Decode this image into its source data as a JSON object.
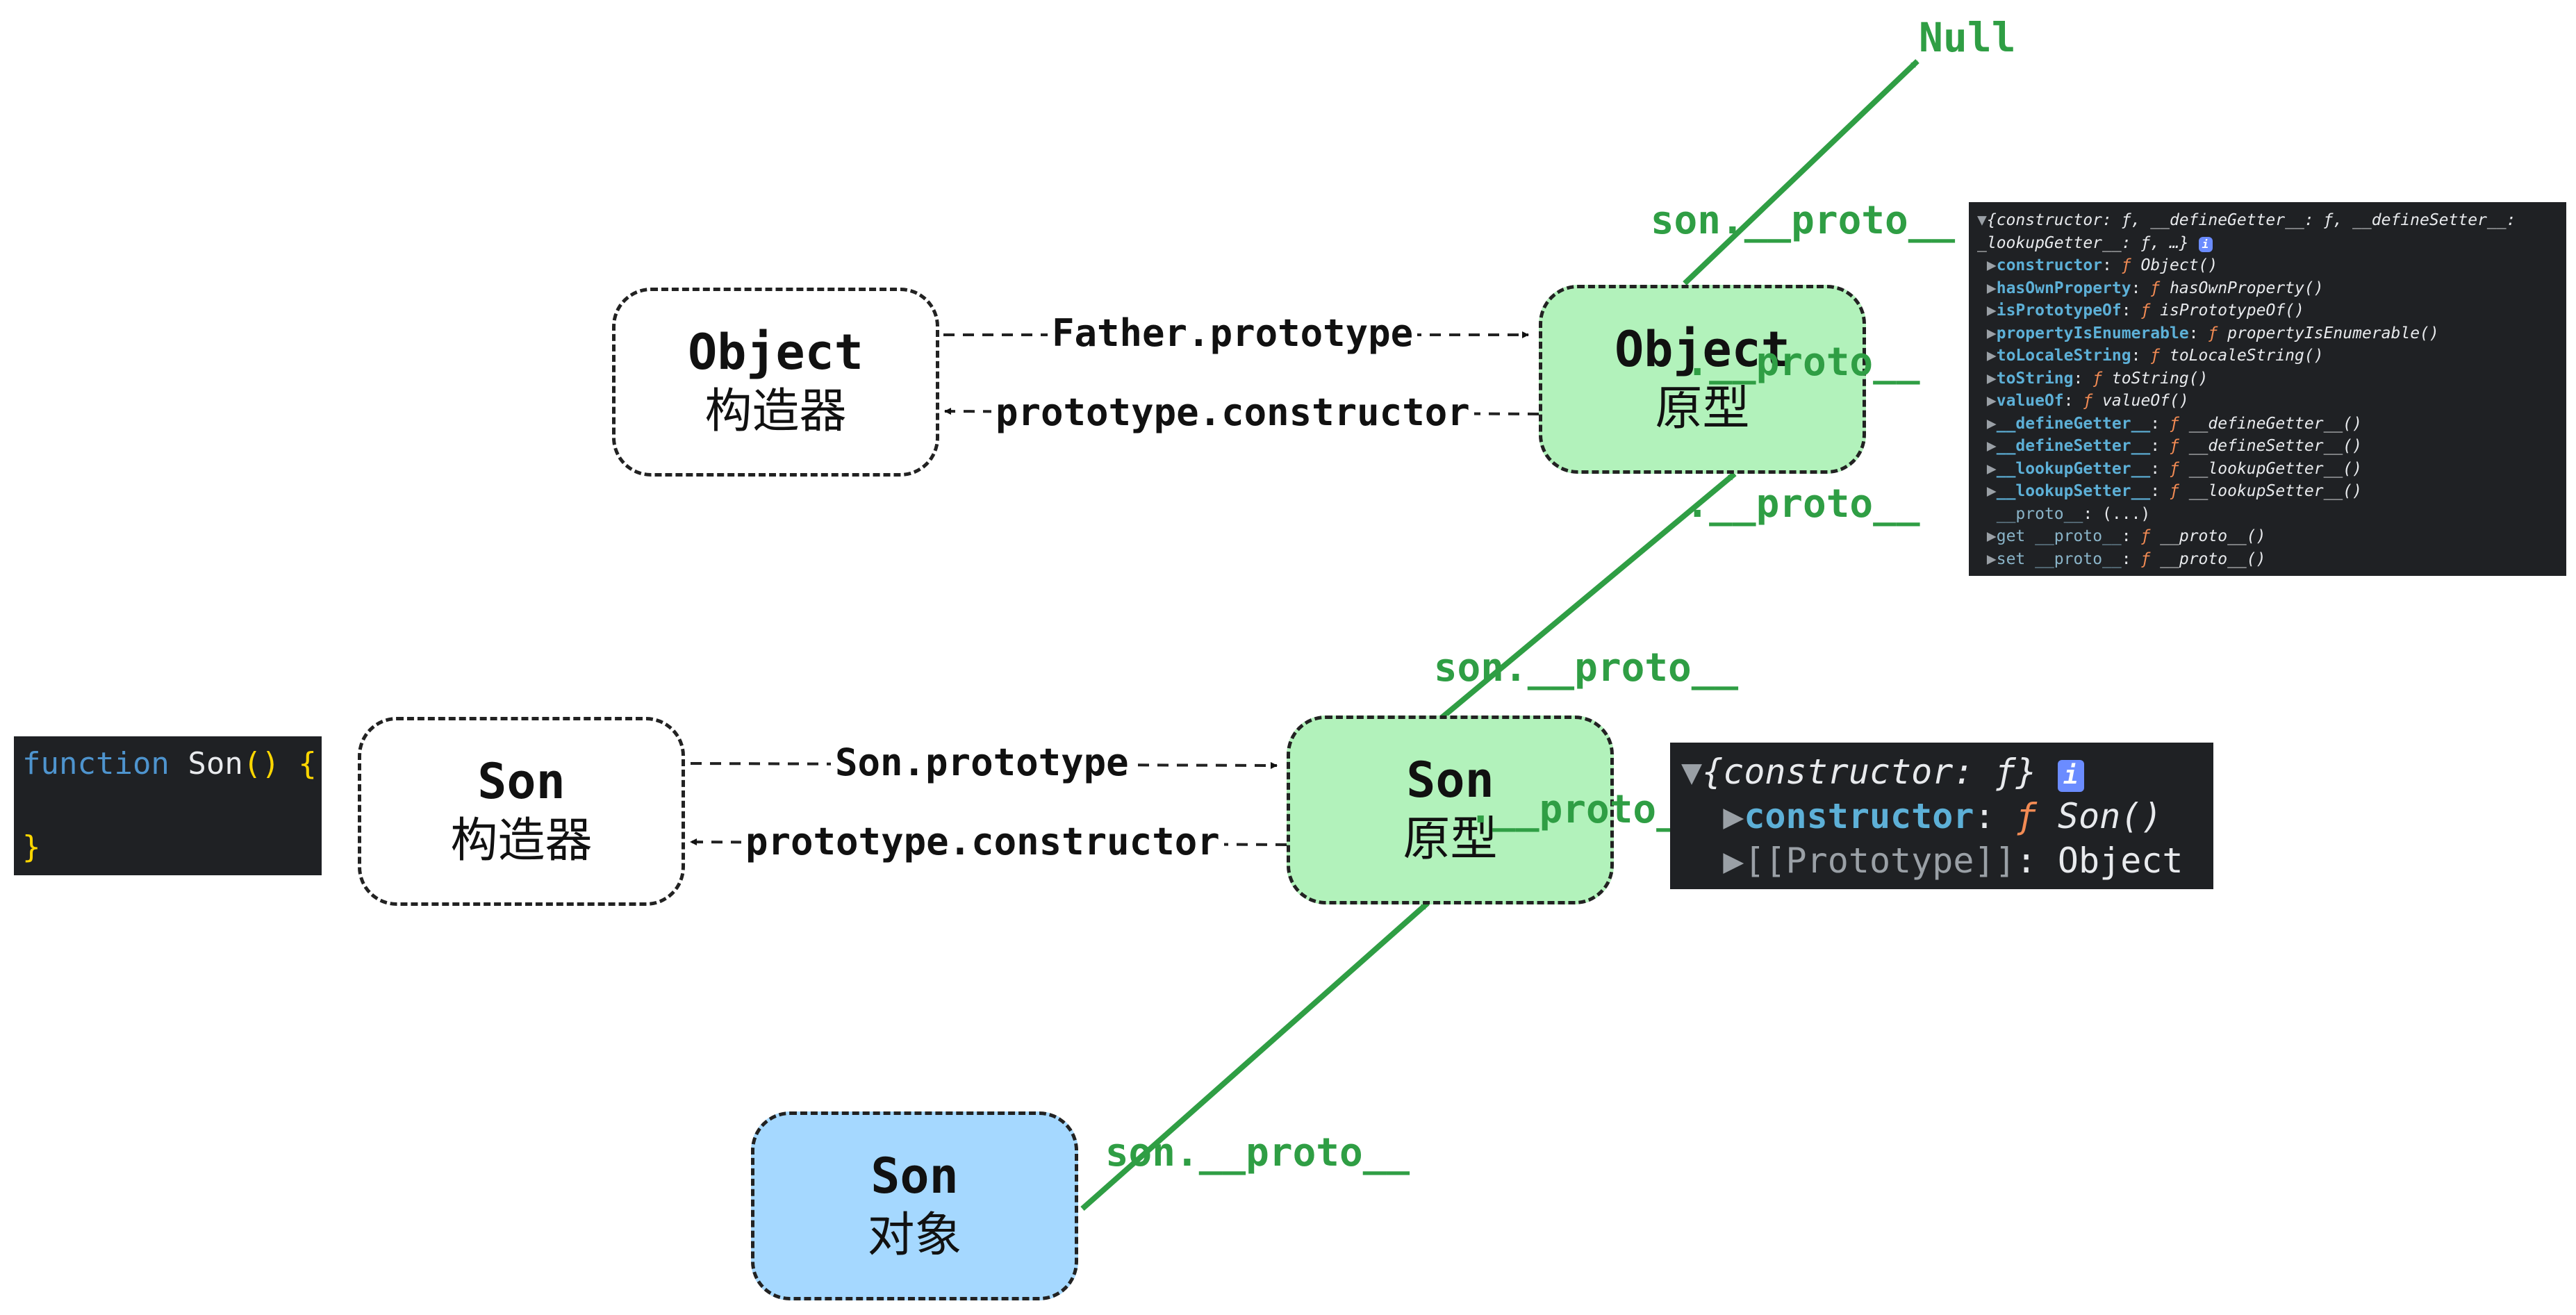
{
  "nodes": {
    "object_constructor": {
      "line1": "Object",
      "line2": "构造器"
    },
    "object_prototype": {
      "line1": "Object",
      "line2": "原型"
    },
    "son_constructor": {
      "line1": "Son",
      "line2": "构造器"
    },
    "son_prototype": {
      "line1": "Son",
      "line2": "原型"
    },
    "son_object": {
      "line1": "Son",
      "line2": "对象"
    }
  },
  "edges": {
    "father_prototype": "Father.prototype",
    "object_proto_constructor": "prototype.constructor",
    "son_prototype": "Son.prototype",
    "son_proto_constructor": "prototype.constructor",
    "proto1": "son.__proto__",
    "proto2": [
      "son.__proto__",
      ".__proto__"
    ],
    "proto3": [
      "son.__proto__",
      ".__proto__",
      ".__proto__"
    ],
    "null_label": "Null"
  },
  "code": {
    "keyword": "function",
    "name": "Son",
    "parens": "()",
    "open_brace": "{",
    "close_brace": "}"
  },
  "son_console": {
    "header": "{constructor: ƒ}",
    "info": "i",
    "rows": [
      {
        "key": "constructor",
        "sep": ":",
        "f": "ƒ",
        "val": "Son()"
      },
      {
        "key": "[[Prototype]]",
        "sep": ":",
        "val": "Object"
      }
    ]
  },
  "object_console": {
    "header1": "{constructor: ƒ, __defineGetter__: ƒ, __defineSetter__:",
    "header2": "_lookupGetter__: ƒ, …}",
    "info": "i",
    "rows": [
      {
        "key": "constructor",
        "f": "ƒ",
        "val": "Object()"
      },
      {
        "key": "hasOwnProperty",
        "f": "ƒ",
        "val": "hasOwnProperty()"
      },
      {
        "key": "isPrototypeOf",
        "f": "ƒ",
        "val": "isPrototypeOf()"
      },
      {
        "key": "propertyIsEnumerable",
        "f": "ƒ",
        "val": "propertyIsEnumerable()"
      },
      {
        "key": "toLocaleString",
        "f": "ƒ",
        "val": "toLocaleString()"
      },
      {
        "key": "toString",
        "f": "ƒ",
        "val": "toString()"
      },
      {
        "key": "valueOf",
        "f": "ƒ",
        "val": "valueOf()"
      },
      {
        "key": "__defineGetter__",
        "f": "ƒ",
        "val": "__defineGetter__()"
      },
      {
        "key": "__defineSetter__",
        "f": "ƒ",
        "val": "__defineSetter__()"
      },
      {
        "key": "__lookupGetter__",
        "f": "ƒ",
        "val": "__lookupGetter__()"
      },
      {
        "key": "__lookupSetter__",
        "f": "ƒ",
        "val": "__lookupSetter__()"
      },
      {
        "key": "__proto__",
        "f": "",
        "val": "(...)"
      },
      {
        "key": "get __proto__",
        "f": "ƒ",
        "val": "__proto__()"
      },
      {
        "key": "set __proto__",
        "f": "ƒ",
        "val": "__proto__()"
      }
    ]
  },
  "colors": {
    "green_edge": "#2f9e44",
    "green_fill": "#b2f2bb",
    "blue_fill": "#a5d8ff",
    "dark_edge": "#222222",
    "console_bg": "#1f2124"
  }
}
